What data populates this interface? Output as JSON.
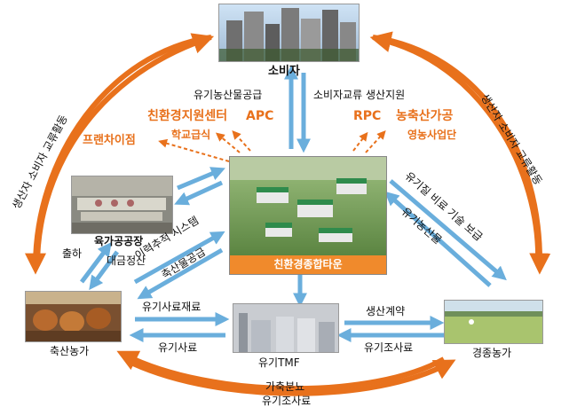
{
  "nodes": {
    "consumer": "소비자",
    "meat_plant": "육가공공장",
    "livestock_farm": "축산농가",
    "tmf": "유기TMF",
    "crop_farm": "경종농가",
    "center_town": "친환경종합타운"
  },
  "outer_arcs": {
    "left": "생산자 소비자 교류활동",
    "right": "생산자 소비자 교류활동"
  },
  "flows": {
    "organic_supply": "유기농산물공급",
    "consumer_exchange": "소비자교류 생산지원",
    "shipping": "출하",
    "payment": "대금정산",
    "traceability": "이력추적 시스템",
    "livestock_supply": "축산물공급",
    "feed_material": "유기사료재료",
    "organic_feed": "유기사료",
    "production_contract": "생산계약",
    "roughage": "유기조사료",
    "fertilizer_support": "유기질 비료 기술 보급",
    "organic_produce": "유기농산물",
    "manure": "가축분뇨",
    "bottom_roughage": "유기조사료"
  },
  "orange_labels": {
    "eco_center": "친환경지원센터",
    "apc": "APC",
    "school_meal": "학교급식",
    "franchise": "프랜차이점",
    "rpc": "RPC",
    "livestock_processing": "농축산가공",
    "farming_group": "영농사업단"
  },
  "colors": {
    "orange": "#e8711c",
    "blue": "#6aaedc"
  }
}
